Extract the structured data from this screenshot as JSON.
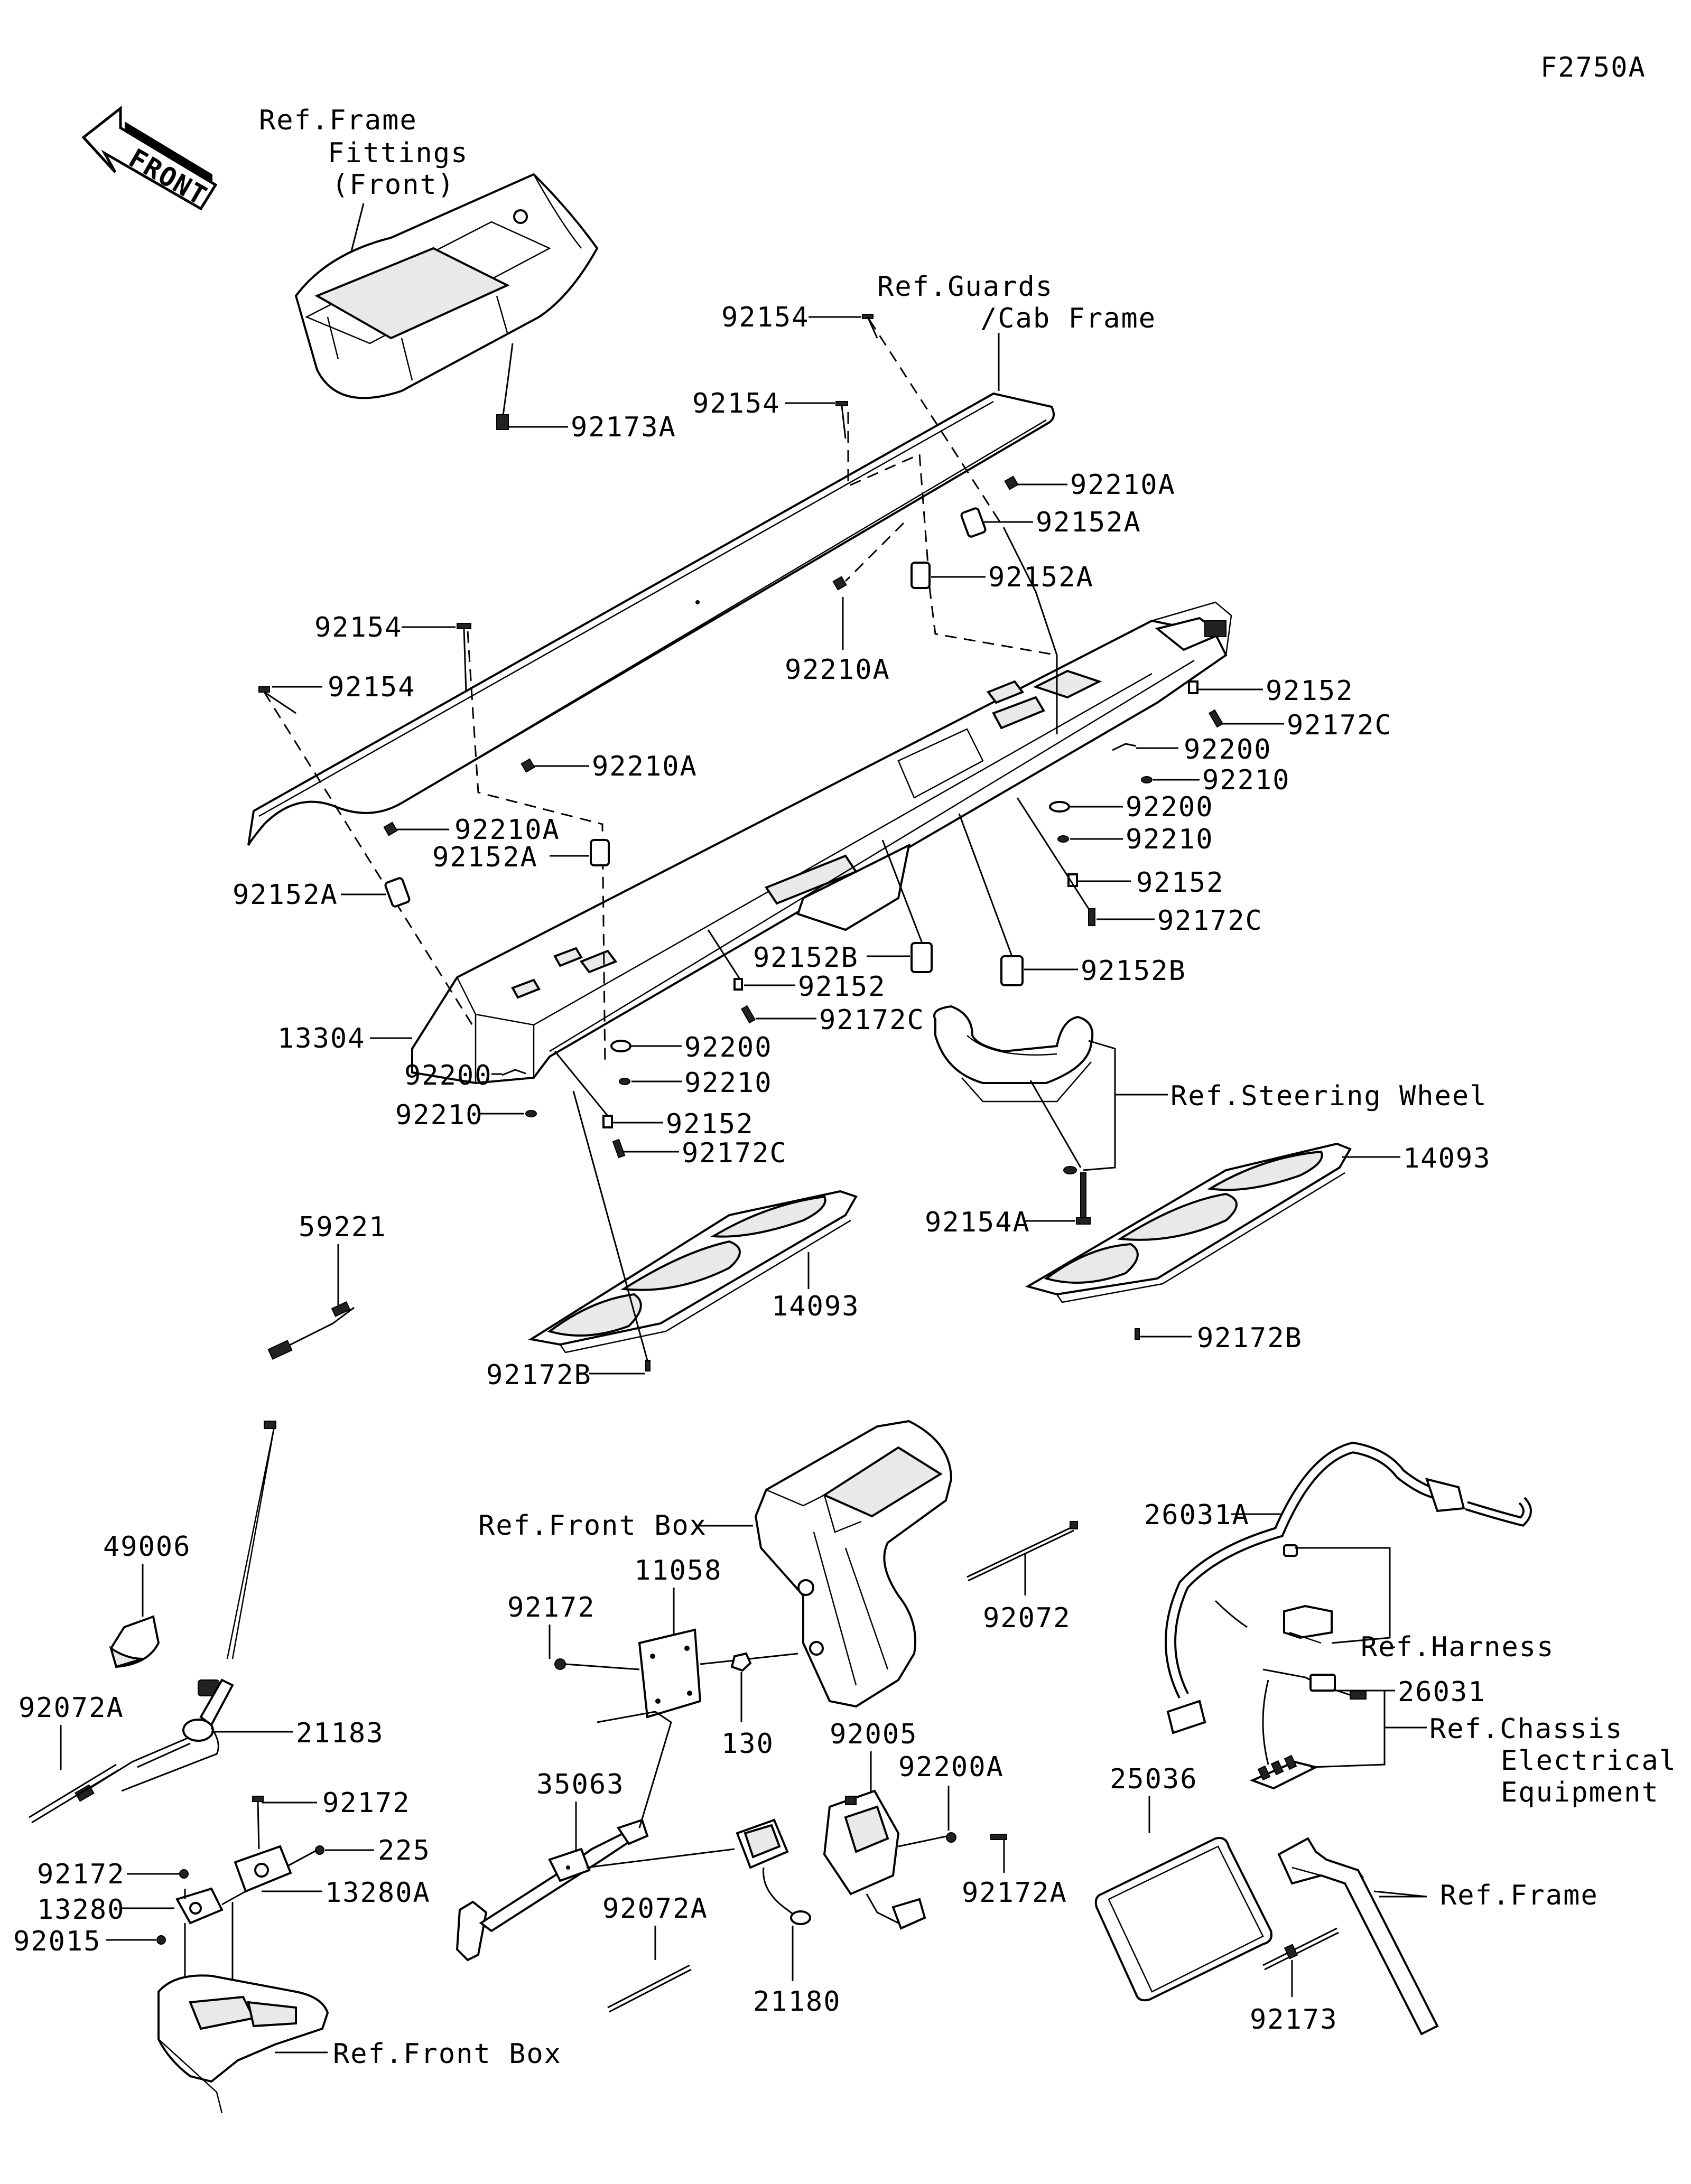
{
  "diagram_code": "F2750A",
  "front_arrow": {
    "text": "FRONT",
    "icon": "front-direction-arrow-icon"
  },
  "refs": {
    "frame_fittings_front": [
      "Ref.Frame",
      "Fittings",
      "(Front)"
    ],
    "guards_cab_frame": [
      "Ref.Guards",
      "/Cab Frame"
    ],
    "steering_wheel": "Ref.Steering Wheel",
    "front_box_upper": "Ref.Front Box",
    "front_box_lower": "Ref.Front Box",
    "harness": "Ref.Harness",
    "chassis_electrical": [
      "Ref.Chassis",
      "Electrical",
      "Equipment"
    ],
    "frame": "Ref.Frame"
  },
  "labels": {
    "p92173A": "92173A",
    "p92154_a": "92154",
    "p92154_b": "92154",
    "p92210A_a": "92210A",
    "p92152A_a": "92152A",
    "p92152A_b": "92152A",
    "p92210A_b": "92210A",
    "p92154_c": "92154",
    "p92154_d": "92154",
    "p92210A_c": "92210A",
    "p92210A_d": "92210A",
    "p92152A_c": "92152A",
    "p92152A_d": "92152A",
    "p92152_a": "92152",
    "p92172C_a": "92172C",
    "p92200_a": "92200",
    "p92210_a": "92210",
    "p92200_b": "92200",
    "p92210_b": "92210",
    "p92152_b": "92152",
    "p92172C_b": "92172C",
    "p92152B_a": "92152B",
    "p92152B_b": "92152B",
    "p92152_c": "92152",
    "p92172C_c": "92172C",
    "p13304": "13304",
    "p92200_c": "92200",
    "p92200_d": "92200",
    "p92210_c": "92210",
    "p92210_d": "92210",
    "p92152_d": "92152",
    "p92172C_d": "92172C",
    "p92154A": "92154A",
    "p14093_a": "14093",
    "p14093_b": "14093",
    "p59221": "59221",
    "p92172B_a": "92172B",
    "p92172B_b": "92172B",
    "p49006": "49006",
    "p92072A_a": "92072A",
    "p21183": "21183",
    "p92172_a": "92172",
    "p92172_b": "92172",
    "p225": "225",
    "p13280": "13280",
    "p13280A": "13280A",
    "p92015": "92015",
    "p11058": "11058",
    "p92172_c": "92172",
    "p130": "130",
    "p92072": "92072",
    "p35063": "35063",
    "p92005": "92005",
    "p92200A": "92200A",
    "p92172A": "92172A",
    "p92072A_b": "92072A",
    "p21180": "21180",
    "p26031A": "26031A",
    "p26031": "26031",
    "p25036": "25036",
    "p92173": "92173"
  }
}
